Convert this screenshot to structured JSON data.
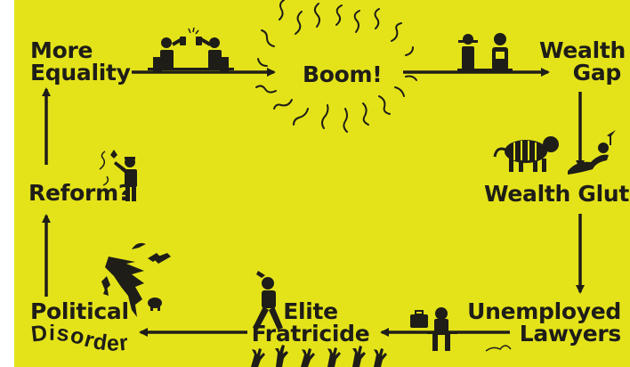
{
  "nodes": {
    "more_equality": [
      "More",
      "Equality"
    ],
    "boom": "Boom!",
    "wealth_gap": [
      "Wealth",
      "Gap"
    ],
    "wealth_glut": "Wealth Glut",
    "unemployed_lawyers": [
      "Unemployed",
      "Lawyers"
    ],
    "elite_fratricide": [
      "Elite",
      "Fratricide"
    ],
    "political_disorder": [
      "Political",
      "Disorder"
    ],
    "reform": "Reform?"
  },
  "cycle_order": [
    "more_equality",
    "boom",
    "wealth_gap",
    "wealth_glut",
    "unemployed_lawyers",
    "elite_fratricide",
    "political_disorder",
    "reform"
  ],
  "colors": {
    "background": "#e4e31a",
    "ink": "#1e1d18"
  },
  "icons": [
    "toasting-people-icon",
    "boom-burst-icon",
    "rich-and-poor-couple-icon",
    "tiger-icon",
    "lounging-rich-person-icon",
    "seated-lawyer-briefcase-icon",
    "striding-person-icon",
    "raised-hands-crowd-icon",
    "tornado-icon",
    "reformer-with-flowers-icon"
  ]
}
